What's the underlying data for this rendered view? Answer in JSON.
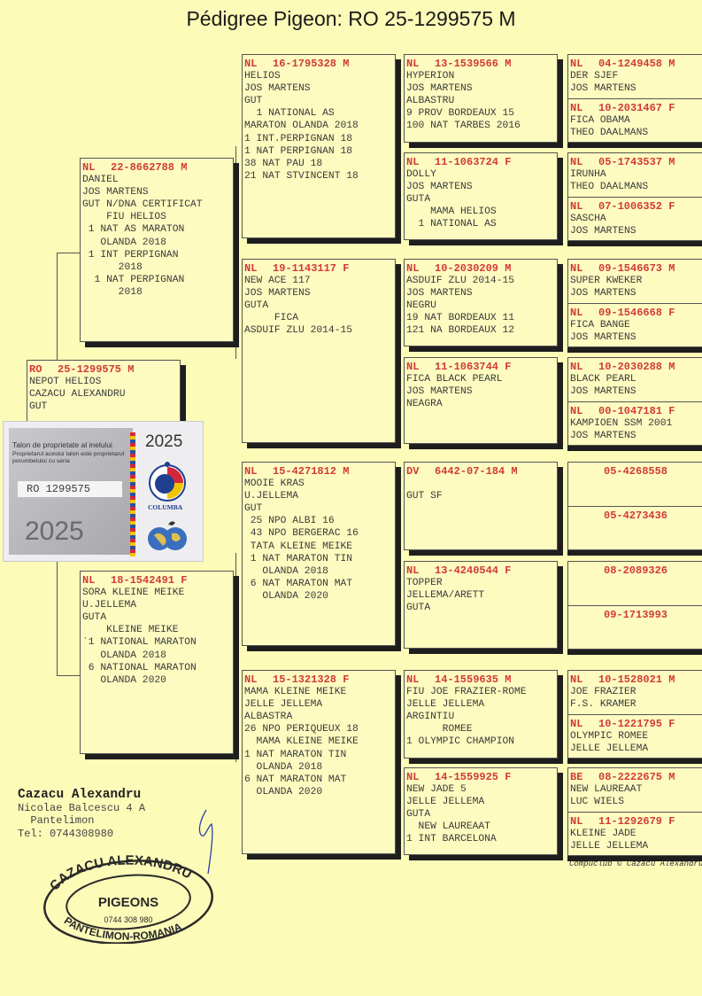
{
  "title": "Pédigree Pigeon: RO  25-1299575 M",
  "subject": {
    "country": "RO",
    "ring": "25-1299575",
    "sex": "M",
    "lines": [
      "NEPOT HELIOS",
      "CAZACU ALEXANDRU",
      "GUT"
    ]
  },
  "sire": {
    "country": "NL",
    "ring": "22-8662788",
    "sex": "M",
    "lines": [
      "DANIEL",
      "JOS MARTENS",
      "GUT N/DNA CERTIFICAT",
      "    FIU HELIOS",
      " 1 NAT AS MARATON",
      "   OLANDA 2018",
      " 1 INT PERPIGNAN",
      "      2018",
      "  1 NAT PERPIGNAN",
      "      2018"
    ]
  },
  "dam": {
    "country": "NL",
    "ring": "18-1542491",
    "sex": "F",
    "lines": [
      "SORA KLEINE MEIKE",
      "U.JELLEMA",
      "GUTA",
      "    KLEINE MEIKE",
      "`1 NATIONAL MARATON",
      "   OLANDA 2018",
      " 6 NATIONAL MARATON",
      "   OLANDA 2020"
    ]
  },
  "gen3": [
    {
      "country": "NL",
      "ring": "16-1795328",
      "sex": "M",
      "lines": [
        "HELIOS",
        "JOS MARTENS",
        "GUT",
        "  1 NATIONAL AS",
        "MARATON OLANDA 2018",
        "1 INT.PERPIGNAN 18",
        "1 NAT PERPIGNAN 18",
        "38 NAT PAU 18",
        "21 NAT STVINCENT 18"
      ]
    },
    {
      "country": "NL",
      "ring": "19-1143117",
      "sex": "F",
      "lines": [
        "NEW ACE 117",
        "JOS MARTENS",
        "GUTA",
        "     FICA",
        "ASDUIF ZLU 2014-15"
      ]
    },
    {
      "country": "NL",
      "ring": "15-4271812",
      "sex": "M",
      "lines": [
        "MOOIE KRAS",
        "U.JELLEMA",
        "GUT",
        " 25 NPO ALBI 16",
        " 43 NPO BERGERAC 16",
        " TATA KLEINE MEIKE",
        " 1 NAT MARATON TIN",
        "   OLANDA 2018",
        " 6 NAT MARATON MAT",
        "   OLANDA 2020"
      ]
    },
    {
      "country": "NL",
      "ring": "15-1321328",
      "sex": "F",
      "lines": [
        "MAMA KLEINE MEIKE",
        "JELLE JELLEMA",
        "ALBASTRA",
        "26 NPO PERIQUEUX 18",
        "  MAMA KLEINE MEIKE",
        "1 NAT MARATON TIN",
        "  OLANDA 2018",
        "6 NAT MARATON MAT",
        "  OLANDA 2020"
      ]
    }
  ],
  "gen4": [
    {
      "country": "NL",
      "ring": "13-1539566",
      "sex": "M",
      "lines": [
        "HYPERION",
        "JOS MARTENS",
        "ALBASTRU",
        "9 PROV BORDEAUX 15",
        "100 NAT TARBES 2016"
      ]
    },
    {
      "country": "NL",
      "ring": "11-1063724",
      "sex": "F",
      "lines": [
        "DOLLY",
        "JOS MARTENS",
        "GUTA",
        "    MAMA HELIOS",
        "  1 NATIONAL AS"
      ]
    },
    {
      "country": "NL",
      "ring": "10-2030209",
      "sex": "M",
      "lines": [
        "ASDUIF ZLU 2014-15",
        "JOS MARTENS",
        "NEGRU",
        "19 NAT BORDEAUX 11",
        "121 NA BORDEAUX 12"
      ]
    },
    {
      "country": "NL",
      "ring": "11-1063744",
      "sex": "F",
      "lines": [
        "FICA BLACK PEARL",
        "JOS MARTENS",
        "NEAGRA"
      ]
    },
    {
      "country": "DV",
      "ring": "6442-07-184",
      "sex": "M",
      "lines": [
        "",
        "GUT SF"
      ]
    },
    {
      "country": "NL",
      "ring": "13-4240544",
      "sex": "F",
      "lines": [
        "TOPPER",
        "JELLEMA/ARETT",
        "GUTA"
      ]
    },
    {
      "country": "NL",
      "ring": "14-1559635",
      "sex": "M",
      "lines": [
        "FIU JOE FRAZIER-ROME",
        "JELLE JELLEMA",
        "ARGINTIU",
        "      ROMEE",
        "1 OLYMPIC CHAMPION"
      ]
    },
    {
      "country": "NL",
      "ring": "14-1559925",
      "sex": "F",
      "lines": [
        "NEW JADE 5",
        "JELLE JELLEMA",
        "GUTA",
        "  NEW LAUREAAT",
        "1 INT BARCELONA"
      ]
    }
  ],
  "gen5": [
    {
      "country": "NL",
      "ring": "04-1249458",
      "sex": "M",
      "lines": [
        "DER SJEF",
        "JOS MARTENS"
      ]
    },
    {
      "country": "NL",
      "ring": "10-2031467",
      "sex": "F",
      "lines": [
        "FICA OBAMA",
        "THEO DAALMANS"
      ]
    },
    {
      "country": "NL",
      "ring": "05-1743537",
      "sex": "M",
      "lines": [
        "IRUNHA",
        "THEO DAALMANS"
      ]
    },
    {
      "country": "NL",
      "ring": "07-1006352",
      "sex": "F",
      "lines": [
        "SASCHA",
        "JOS MARTENS"
      ]
    },
    {
      "country": "NL",
      "ring": "09-1546673",
      "sex": "M",
      "lines": [
        "SUPER KWEKER",
        "JOS MARTENS"
      ]
    },
    {
      "country": "NL",
      "ring": "09-1546668",
      "sex": "F",
      "lines": [
        "FICA BANGE",
        "JOS MARTENS"
      ]
    },
    {
      "country": "NL",
      "ring": "10-2030288",
      "sex": "M",
      "lines": [
        "BLACK PEARL",
        "JOS MARTENS"
      ]
    },
    {
      "country": "NL",
      "ring": "00-1047181",
      "sex": "F",
      "lines": [
        "KAMPIOEN SSM 2001",
        "JOS MARTENS"
      ]
    },
    {
      "country": "",
      "ring": "05-4268558",
      "sex": "",
      "lines": []
    },
    {
      "country": "",
      "ring": "05-4273436",
      "sex": "",
      "lines": []
    },
    {
      "country": "",
      "ring": "08-2089326",
      "sex": "",
      "lines": []
    },
    {
      "country": "",
      "ring": "09-1713993",
      "sex": "",
      "lines": []
    },
    {
      "country": "NL",
      "ring": "10-1528021",
      "sex": "M",
      "lines": [
        "JOE FRAZIER",
        "F.S. KRAMER"
      ]
    },
    {
      "country": "NL",
      "ring": "10-1221795",
      "sex": "F",
      "lines": [
        "OLYMPIC ROMEE",
        "JELLE JELLEMA"
      ]
    },
    {
      "country": "BE",
      "ring": "08-2222675",
      "sex": "M",
      "lines": [
        "NEW LAUREAAT",
        "LUC WIELS"
      ]
    },
    {
      "country": "NL",
      "ring": "11-1292679",
      "sex": "F",
      "lines": [
        "KLEINE JADE",
        "JELLE JELLEMA"
      ]
    }
  ],
  "ticket": {
    "heading": "Talon de proprietate al inelului",
    "subtext": "Proprietarul acestui talon este proprietarul porumbelului cu seria",
    "ring": "RO 1299575",
    "year": "2025",
    "logo_text": "COLUMBA"
  },
  "owner": {
    "name": "Cazacu Alexandru",
    "address": "Nicolae Balcescu 4 A",
    "city": "  Pantelimon",
    "phone": "Tel: 0744308980"
  },
  "stamp": {
    "top": "CAZACU ALEXANDRU",
    "middle": "PIGEONS",
    "phone": "0744 308 980",
    "bottom": "PANTELIMON-ROMANIA"
  },
  "footer": "Compuclub © Cazacu Alexandru",
  "colors": {
    "paper": "#fdfbb8",
    "ring_red": "#d23a3a",
    "stamp": "#2a2a2a",
    "signature": "#2b3fa8"
  }
}
